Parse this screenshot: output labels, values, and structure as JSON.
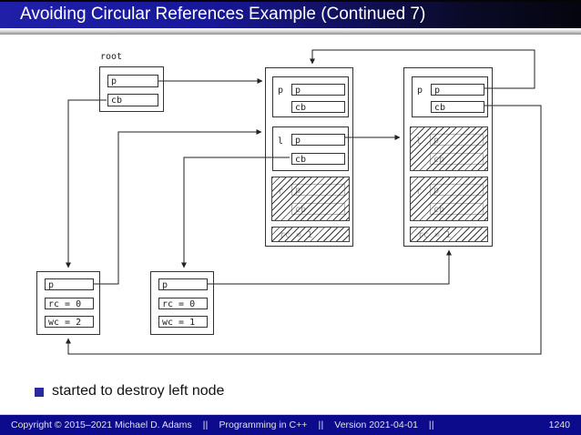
{
  "header": {
    "title": "Avoiding Circular References Example (Continued 7)"
  },
  "diagram": {
    "root": {
      "label": "root",
      "p_label": "p",
      "cb_label": "cb"
    },
    "middle_node": {
      "p_field": {
        "label": "p",
        "p_label": "p",
        "cb_label": "cb"
      },
      "l_field": {
        "label": "l",
        "p_label": "p",
        "cb_label": "cb"
      },
      "r_field": {
        "label": "r",
        "p_label": "p",
        "cb_label": "cb"
      },
      "rc_field": {
        "label": "rc = 1"
      }
    },
    "right_node": {
      "p_field": {
        "label": "p",
        "p_label": "p",
        "cb_label": "cb"
      },
      "l_field": {
        "label": "l",
        "p_label": "p",
        "cb_label": "cb"
      },
      "r_field": {
        "label": "r",
        "p_label": "p",
        "cb_label": "cb"
      },
      "rc_field": {
        "label": "rc = 1"
      }
    },
    "control_block_left": {
      "p_label": "p",
      "rc_label": "rc = 0",
      "wc_label": "wc = 2"
    },
    "control_block_right": {
      "p_label": "p",
      "rc_label": "rc = 0",
      "wc_label": "wc = 1"
    }
  },
  "bullet": {
    "text": "started to destroy left node"
  },
  "footer": {
    "copyright": "Copyright © 2015–2021 Michael D. Adams",
    "separator": "||",
    "course": "Programming in C++",
    "version": "Version 2021-04-01",
    "page": "1240"
  }
}
